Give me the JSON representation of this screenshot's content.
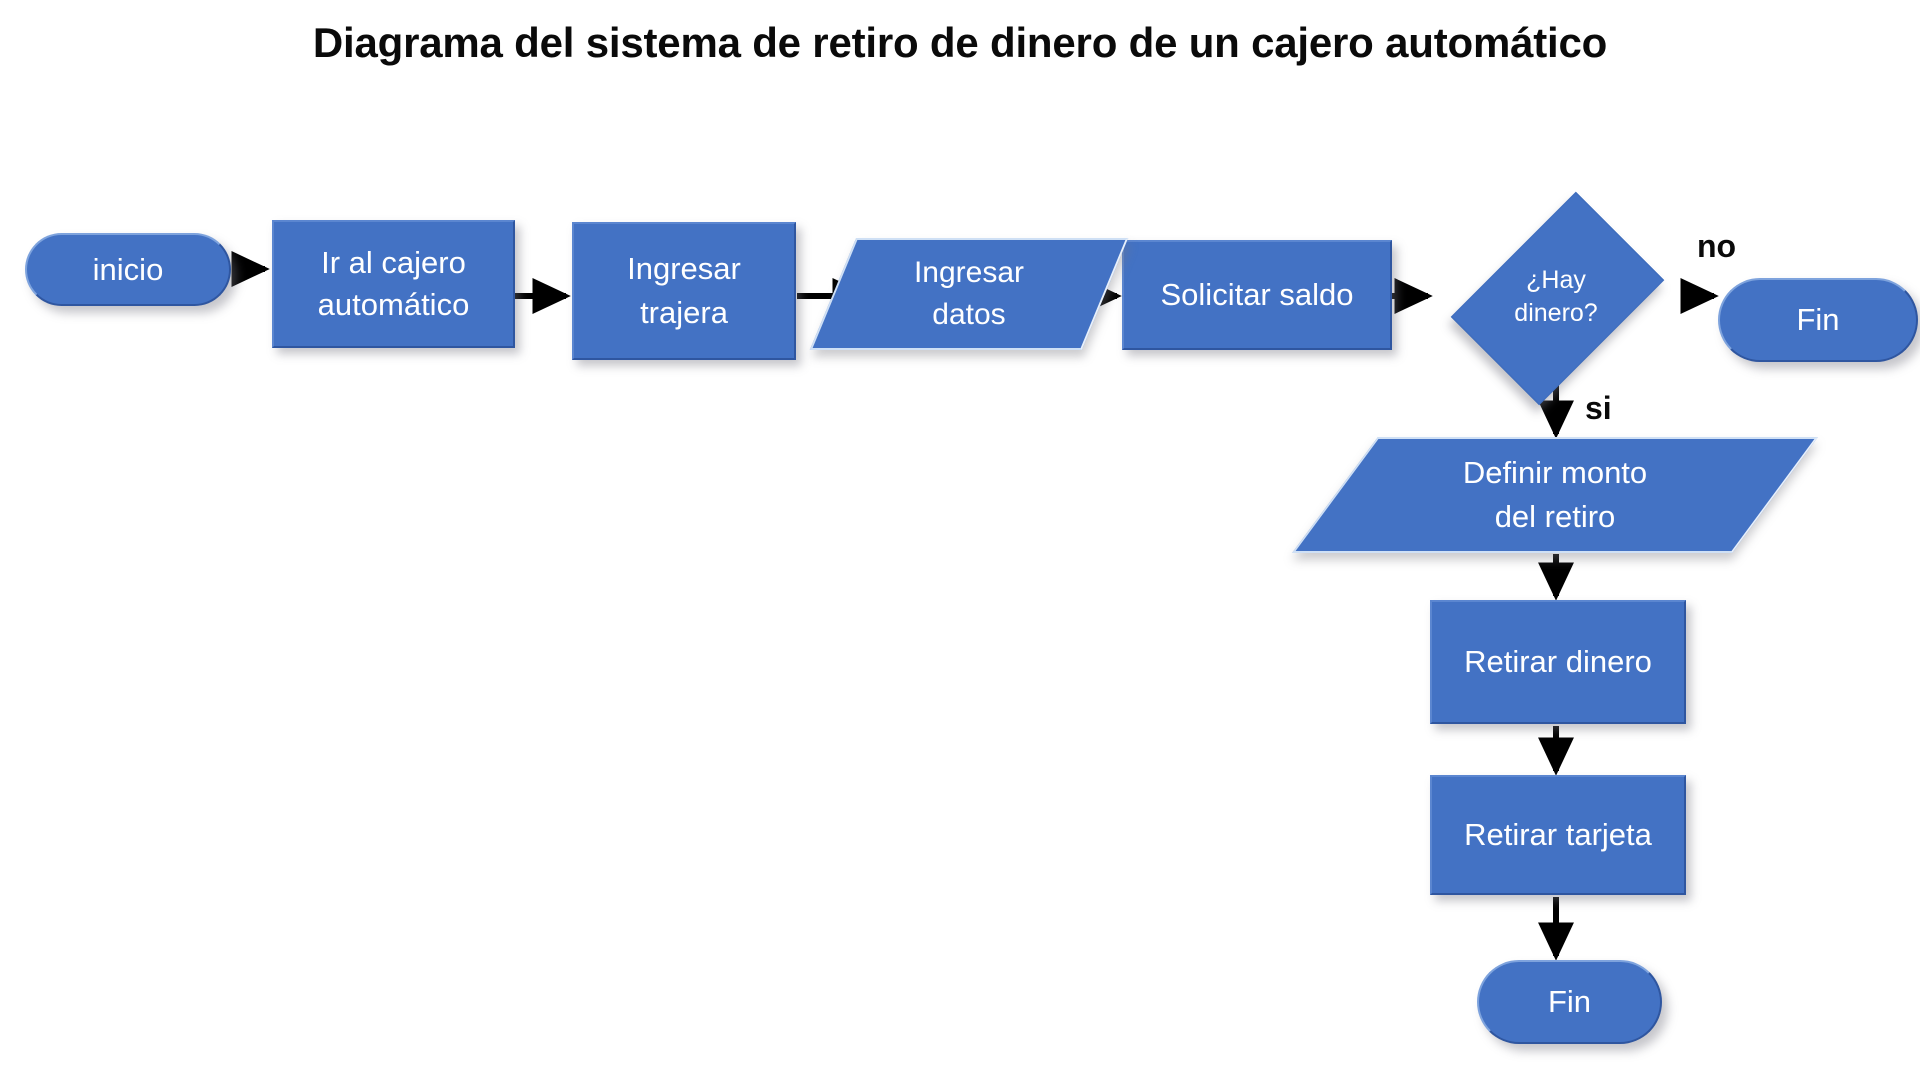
{
  "title": "Diagrama del sistema de retiro de dinero de un cajero automático",
  "colors": {
    "node_fill": "#4372C4",
    "node_text": "#FFFFFF",
    "connector": "#000000",
    "title_text": "#0A0A0A",
    "background": "#FFFFFF"
  },
  "nodes": {
    "start": {
      "label": "inicio",
      "shape": "terminator"
    },
    "go_atm": {
      "label": "Ir al cajero\nautomático",
      "shape": "process"
    },
    "insert_card": {
      "label": "Ingresar\ntrajera",
      "shape": "process"
    },
    "enter_data": {
      "label": "Ingresar\ndatos",
      "shape": "input-output"
    },
    "request_balance": {
      "label": "Solicitar saldo",
      "shape": "process"
    },
    "has_money": {
      "label": "¿Hay\ndinero?",
      "shape": "decision"
    },
    "end_no": {
      "label": "Fin",
      "shape": "terminator"
    },
    "define_amount": {
      "label": "Definir monto\ndel retiro",
      "shape": "input-output"
    },
    "withdraw_money": {
      "label": "Retirar dinero",
      "shape": "process"
    },
    "take_card": {
      "label": "Retirar tarjeta",
      "shape": "process"
    },
    "end_yes": {
      "label": "Fin",
      "shape": "terminator"
    }
  },
  "edge_labels": {
    "no": "no",
    "si": "si"
  }
}
